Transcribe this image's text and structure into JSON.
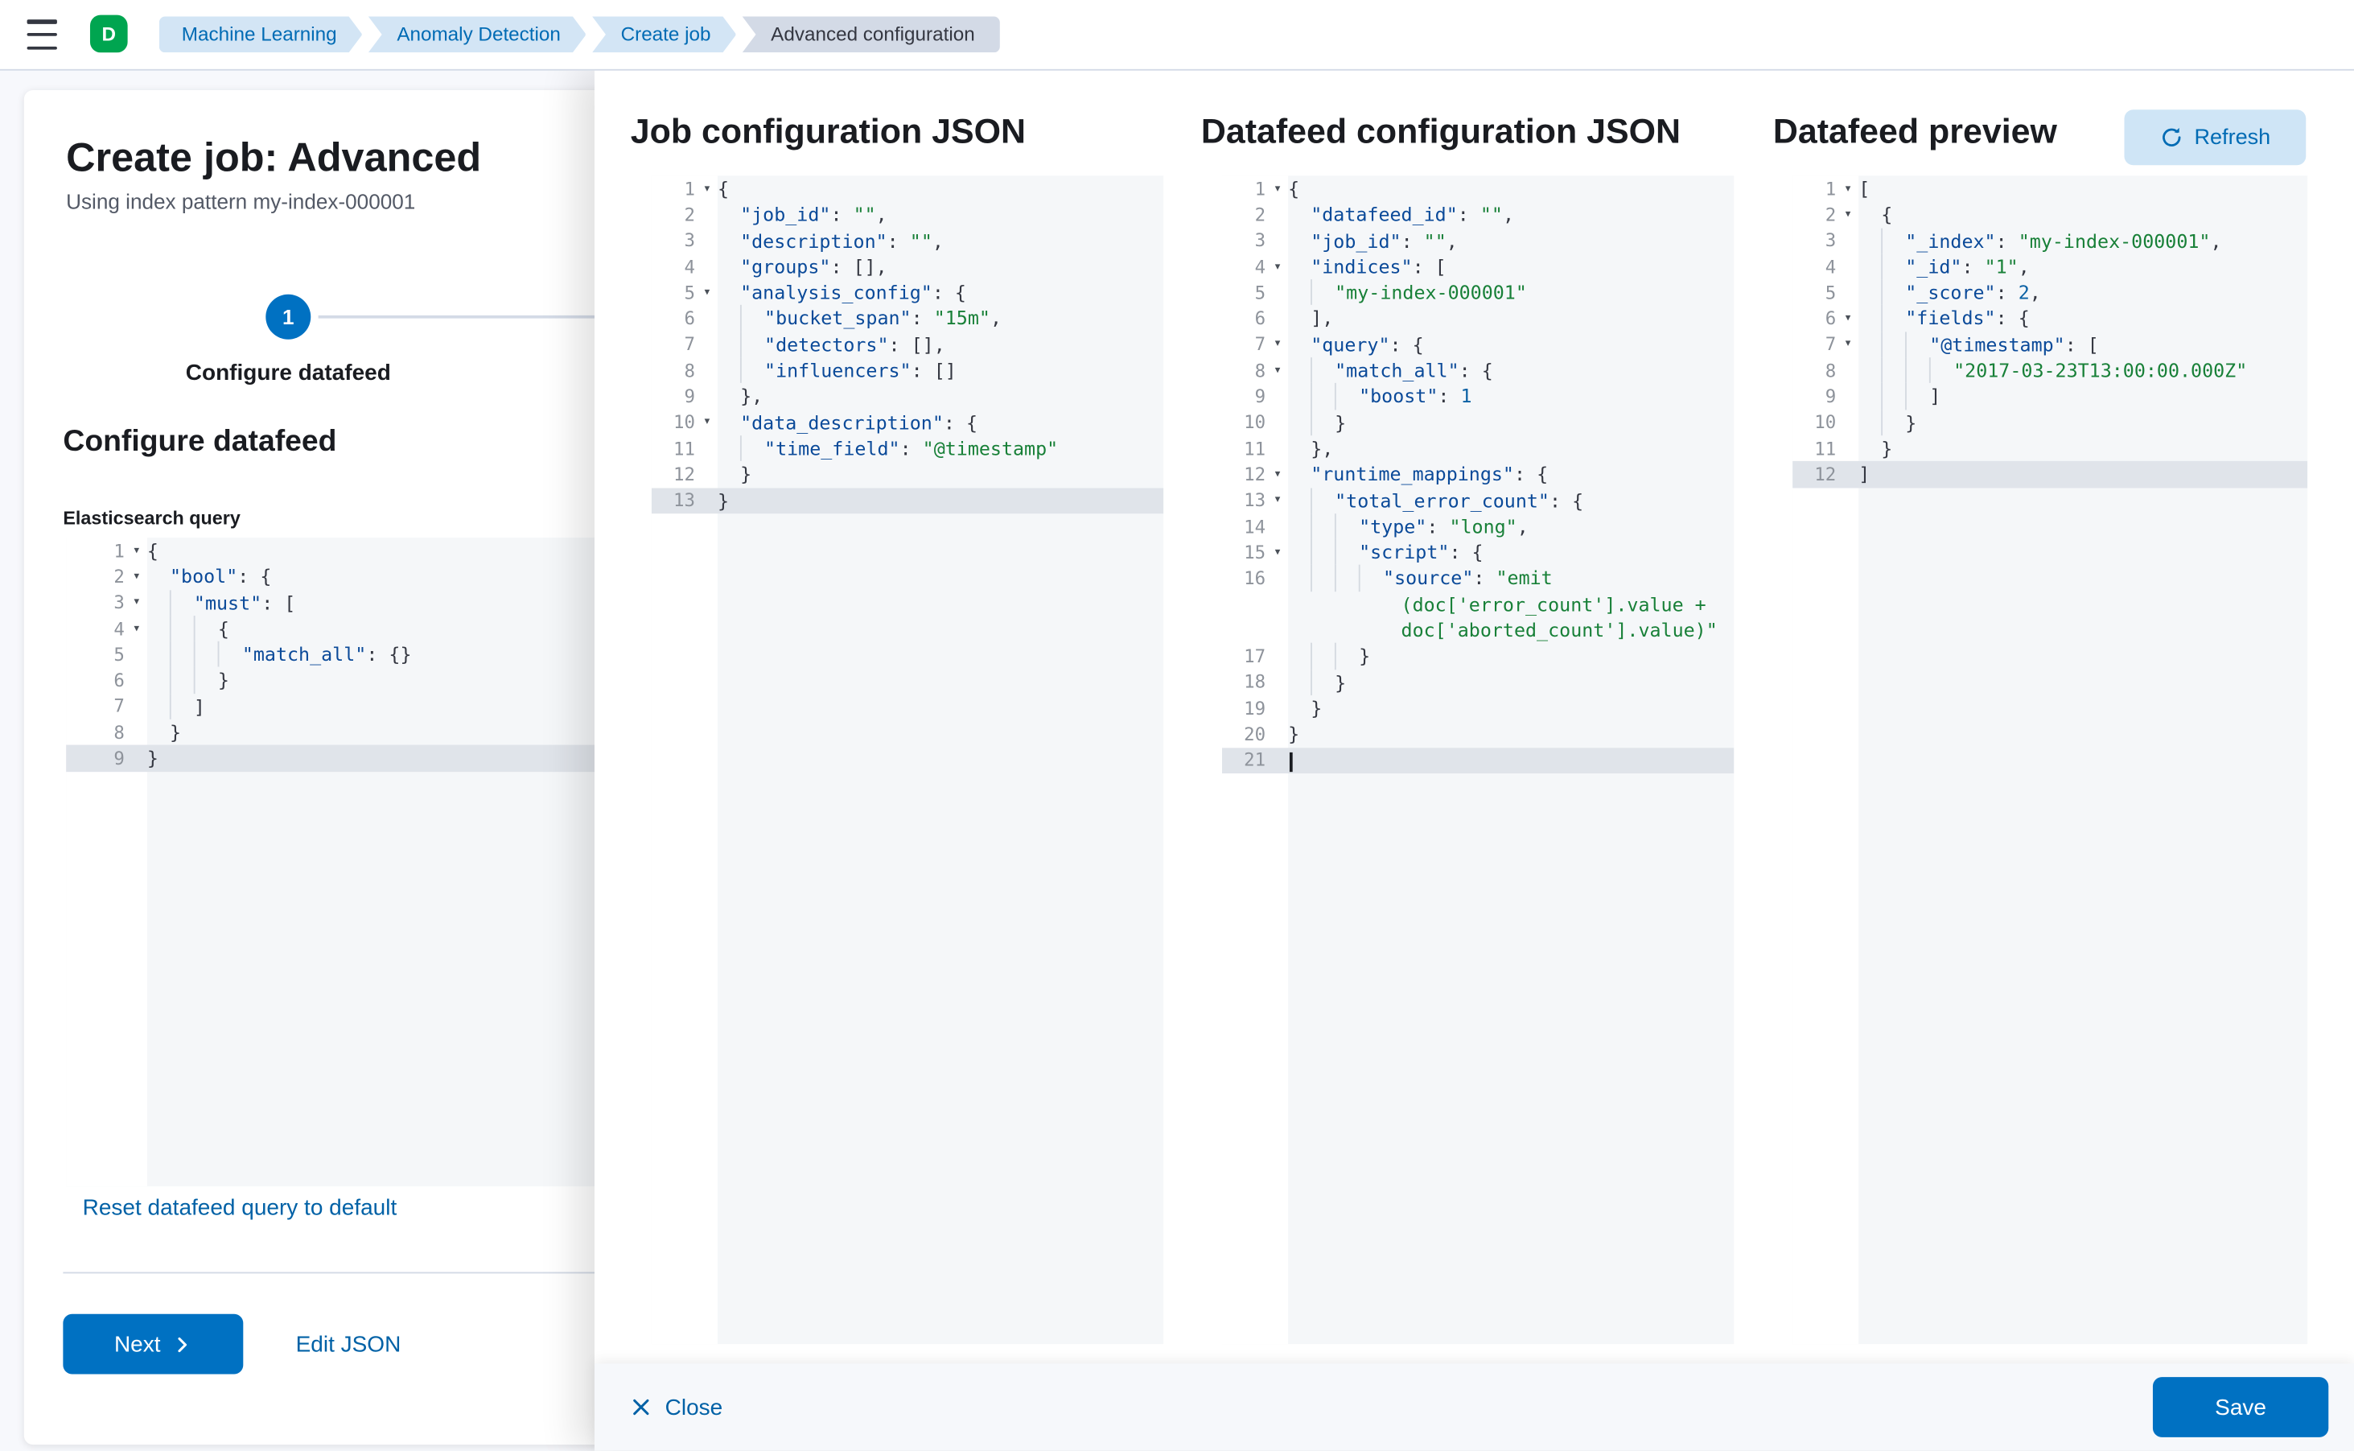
{
  "topbar": {
    "avatar": "D",
    "avatar_color": "#00A550",
    "breadcrumbs": [
      {
        "label": "Machine Learning",
        "current": false
      },
      {
        "label": "Anomaly Detection",
        "current": false
      },
      {
        "label": "Create job",
        "current": false
      },
      {
        "label": "Advanced configuration",
        "current": true
      }
    ]
  },
  "wizard": {
    "title": "Create job: Advanced",
    "subtitle": "Using index pattern my-index-000001",
    "step_number": "1",
    "step_label": "Configure datafeed",
    "section_heading": "Configure datafeed",
    "query_label": "Elasticsearch query",
    "reset_link": "Reset datafeed query to default",
    "next_button": "Next",
    "edit_json_link": "Edit JSON"
  },
  "flyout": {
    "columns": [
      {
        "title": "Job configuration JSON"
      },
      {
        "title": "Datafeed configuration JSON"
      },
      {
        "title": "Datafeed preview",
        "refresh_button": "Refresh"
      }
    ],
    "close_button": "Close",
    "save_button": "Save"
  },
  "colors": {
    "primary_button": "#0071C2",
    "link": "#0061A6",
    "json_key": "#0B4A99",
    "json_string": "#188038",
    "json_number": "#0B61A4"
  },
  "editors": {
    "query": {
      "lines": [
        {
          "n": "1",
          "f": 1,
          "t": [
            [
              "p",
              "{"
            ]
          ]
        },
        {
          "n": "2",
          "f": 1,
          "t": [
            [
              "w",
              "  "
            ],
            [
              "k",
              "\"bool\""
            ],
            [
              "p",
              ": {"
            ]
          ]
        },
        {
          "n": "3",
          "f": 1,
          "t": [
            [
              "w",
              "  "
            ],
            [
              "g"
            ],
            [
              "k",
              "\"must\""
            ],
            [
              "p",
              ": ["
            ]
          ]
        },
        {
          "n": "4",
          "f": 1,
          "t": [
            [
              "w",
              "  "
            ],
            [
              "g"
            ],
            [
              "g"
            ],
            [
              "p",
              "{"
            ]
          ]
        },
        {
          "n": "5",
          "t": [
            [
              "w",
              "  "
            ],
            [
              "g"
            ],
            [
              "g"
            ],
            [
              "g"
            ],
            [
              "k",
              "\"match_all\""
            ],
            [
              "p",
              ": {}"
            ]
          ]
        },
        {
          "n": "6",
          "t": [
            [
              "w",
              "  "
            ],
            [
              "g"
            ],
            [
              "g"
            ],
            [
              "p",
              "}"
            ]
          ]
        },
        {
          "n": "7",
          "t": [
            [
              "w",
              "  "
            ],
            [
              "g"
            ],
            [
              "p",
              "]"
            ]
          ]
        },
        {
          "n": "8",
          "t": [
            [
              "w",
              "  "
            ],
            [
              "p",
              "}"
            ]
          ]
        },
        {
          "n": "9",
          "h": 1,
          "t": [
            [
              "p",
              "}"
            ]
          ]
        }
      ]
    },
    "job": {
      "lines": [
        {
          "n": "1",
          "f": 1,
          "t": [
            [
              "p",
              "{"
            ]
          ]
        },
        {
          "n": "2",
          "t": [
            [
              "w",
              "  "
            ],
            [
              "k",
              "\"job_id\""
            ],
            [
              "p",
              ": "
            ],
            [
              "s",
              "\"\""
            ],
            [
              "p",
              ","
            ]
          ]
        },
        {
          "n": "3",
          "t": [
            [
              "w",
              "  "
            ],
            [
              "k",
              "\"description\""
            ],
            [
              "p",
              ": "
            ],
            [
              "s",
              "\"\""
            ],
            [
              "p",
              ","
            ]
          ]
        },
        {
          "n": "4",
          "t": [
            [
              "w",
              "  "
            ],
            [
              "k",
              "\"groups\""
            ],
            [
              "p",
              ": [],"
            ]
          ]
        },
        {
          "n": "5",
          "f": 1,
          "t": [
            [
              "w",
              "  "
            ],
            [
              "k",
              "\"analysis_config\""
            ],
            [
              "p",
              ": {"
            ]
          ]
        },
        {
          "n": "6",
          "t": [
            [
              "w",
              "  "
            ],
            [
              "g"
            ],
            [
              "k",
              "\"bucket_span\""
            ],
            [
              "p",
              ": "
            ],
            [
              "s",
              "\"15m\""
            ],
            [
              "p",
              ","
            ]
          ]
        },
        {
          "n": "7",
          "t": [
            [
              "w",
              "  "
            ],
            [
              "g"
            ],
            [
              "k",
              "\"detectors\""
            ],
            [
              "p",
              ": [],"
            ]
          ]
        },
        {
          "n": "8",
          "t": [
            [
              "w",
              "  "
            ],
            [
              "g"
            ],
            [
              "k",
              "\"influencers\""
            ],
            [
              "p",
              ": []"
            ]
          ]
        },
        {
          "n": "9",
          "t": [
            [
              "w",
              "  "
            ],
            [
              "p",
              "},"
            ]
          ]
        },
        {
          "n": "10",
          "f": 1,
          "t": [
            [
              "w",
              "  "
            ],
            [
              "k",
              "\"data_description\""
            ],
            [
              "p",
              ": {"
            ]
          ]
        },
        {
          "n": "11",
          "t": [
            [
              "w",
              "  "
            ],
            [
              "g"
            ],
            [
              "k",
              "\"time_field\""
            ],
            [
              "p",
              ": "
            ],
            [
              "s",
              "\"@timestamp\""
            ]
          ]
        },
        {
          "n": "12",
          "t": [
            [
              "w",
              "  "
            ],
            [
              "p",
              "}"
            ]
          ]
        },
        {
          "n": "13",
          "h": 1,
          "t": [
            [
              "p",
              "}"
            ]
          ]
        }
      ]
    },
    "datafeed": {
      "lines": [
        {
          "n": "1",
          "f": 1,
          "t": [
            [
              "p",
              "{"
            ]
          ]
        },
        {
          "n": "2",
          "t": [
            [
              "w",
              "  "
            ],
            [
              "k",
              "\"datafeed_id\""
            ],
            [
              "p",
              ": "
            ],
            [
              "s",
              "\"\""
            ],
            [
              "p",
              ","
            ]
          ]
        },
        {
          "n": "3",
          "t": [
            [
              "w",
              "  "
            ],
            [
              "k",
              "\"job_id\""
            ],
            [
              "p",
              ": "
            ],
            [
              "s",
              "\"\""
            ],
            [
              "p",
              ","
            ]
          ]
        },
        {
          "n": "4",
          "f": 1,
          "t": [
            [
              "w",
              "  "
            ],
            [
              "k",
              "\"indices\""
            ],
            [
              "p",
              ": ["
            ]
          ]
        },
        {
          "n": "5",
          "t": [
            [
              "w",
              "  "
            ],
            [
              "g"
            ],
            [
              "s",
              "\"my-index-000001\""
            ]
          ]
        },
        {
          "n": "6",
          "t": [
            [
              "w",
              "  "
            ],
            [
              "p",
              "],"
            ]
          ]
        },
        {
          "n": "7",
          "f": 1,
          "t": [
            [
              "w",
              "  "
            ],
            [
              "k",
              "\"query\""
            ],
            [
              "p",
              ": {"
            ]
          ]
        },
        {
          "n": "8",
          "f": 1,
          "t": [
            [
              "w",
              "  "
            ],
            [
              "g"
            ],
            [
              "k",
              "\"match_all\""
            ],
            [
              "p",
              ": {"
            ]
          ]
        },
        {
          "n": "9",
          "t": [
            [
              "w",
              "  "
            ],
            [
              "g"
            ],
            [
              "g"
            ],
            [
              "k",
              "\"boost\""
            ],
            [
              "p",
              ": "
            ],
            [
              "d",
              "1"
            ]
          ]
        },
        {
          "n": "10",
          "t": [
            [
              "w",
              "  "
            ],
            [
              "g"
            ],
            [
              "p",
              "}"
            ]
          ]
        },
        {
          "n": "11",
          "t": [
            [
              "w",
              "  "
            ],
            [
              "p",
              "},"
            ]
          ]
        },
        {
          "n": "12",
          "f": 1,
          "t": [
            [
              "w",
              "  "
            ],
            [
              "k",
              "\"runtime_mappings\""
            ],
            [
              "p",
              ": {"
            ]
          ]
        },
        {
          "n": "13",
          "f": 1,
          "t": [
            [
              "w",
              "  "
            ],
            [
              "g"
            ],
            [
              "k",
              "\"total_error_count\""
            ],
            [
              "p",
              ": {"
            ]
          ]
        },
        {
          "n": "14",
          "t": [
            [
              "w",
              "  "
            ],
            [
              "g"
            ],
            [
              "g"
            ],
            [
              "k",
              "\"type\""
            ],
            [
              "p",
              ": "
            ],
            [
              "s",
              "\"long\""
            ],
            [
              "p",
              ","
            ]
          ]
        },
        {
          "n": "15",
          "f": 1,
          "t": [
            [
              "w",
              "  "
            ],
            [
              "g"
            ],
            [
              "g"
            ],
            [
              "k",
              "\"script\""
            ],
            [
              "p",
              ": {"
            ]
          ]
        },
        {
          "n": "16",
          "t": [
            [
              "w",
              "  "
            ],
            [
              "g"
            ],
            [
              "g"
            ],
            [
              "g"
            ],
            [
              "k",
              "\"source\""
            ],
            [
              "p",
              ": "
            ],
            [
              "s",
              "\"emit"
            ]
          ]
        },
        {
          "n": "",
          "t": [
            [
              "w",
              "          "
            ],
            [
              "s",
              "(doc['error_count'].value +"
            ]
          ]
        },
        {
          "n": "",
          "t": [
            [
              "w",
              "          "
            ],
            [
              "s",
              "doc['aborted_count'].value)\""
            ]
          ]
        },
        {
          "n": "17",
          "t": [
            [
              "w",
              "  "
            ],
            [
              "g"
            ],
            [
              "g"
            ],
            [
              "p",
              "}"
            ]
          ]
        },
        {
          "n": "18",
          "t": [
            [
              "w",
              "  "
            ],
            [
              "g"
            ],
            [
              "p",
              "}"
            ]
          ]
        },
        {
          "n": "19",
          "t": [
            [
              "w",
              "  "
            ],
            [
              "p",
              "}"
            ]
          ]
        },
        {
          "n": "20",
          "t": [
            [
              "p",
              "}"
            ]
          ]
        },
        {
          "n": "21",
          "h": 1,
          "cur": 1,
          "t": []
        }
      ]
    },
    "preview": {
      "lines": [
        {
          "n": "1",
          "f": 1,
          "t": [
            [
              "p",
              "["
            ]
          ]
        },
        {
          "n": "2",
          "f": 1,
          "t": [
            [
              "w",
              "  "
            ],
            [
              "p",
              "{"
            ]
          ]
        },
        {
          "n": "3",
          "t": [
            [
              "w",
              "  "
            ],
            [
              "g"
            ],
            [
              "k",
              "\"_index\""
            ],
            [
              "p",
              ": "
            ],
            [
              "s",
              "\"my-index-000001\""
            ],
            [
              "p",
              ","
            ]
          ]
        },
        {
          "n": "4",
          "t": [
            [
              "w",
              "  "
            ],
            [
              "g"
            ],
            [
              "k",
              "\"_id\""
            ],
            [
              "p",
              ": "
            ],
            [
              "s",
              "\"1\""
            ],
            [
              "p",
              ","
            ]
          ]
        },
        {
          "n": "5",
          "t": [
            [
              "w",
              "  "
            ],
            [
              "g"
            ],
            [
              "k",
              "\"_score\""
            ],
            [
              "p",
              ": "
            ],
            [
              "d",
              "2"
            ],
            [
              "p",
              ","
            ]
          ]
        },
        {
          "n": "6",
          "f": 1,
          "t": [
            [
              "w",
              "  "
            ],
            [
              "g"
            ],
            [
              "k",
              "\"fields\""
            ],
            [
              "p",
              ": {"
            ]
          ]
        },
        {
          "n": "7",
          "f": 1,
          "t": [
            [
              "w",
              "  "
            ],
            [
              "g"
            ],
            [
              "g"
            ],
            [
              "k",
              "\"@timestamp\""
            ],
            [
              "p",
              ": ["
            ]
          ]
        },
        {
          "n": "8",
          "t": [
            [
              "w",
              "  "
            ],
            [
              "g"
            ],
            [
              "g"
            ],
            [
              "g"
            ],
            [
              "s",
              "\"2017-03-23T13:00:00.000Z\""
            ]
          ]
        },
        {
          "n": "9",
          "t": [
            [
              "w",
              "  "
            ],
            [
              "g"
            ],
            [
              "g"
            ],
            [
              "p",
              "]"
            ]
          ]
        },
        {
          "n": "10",
          "t": [
            [
              "w",
              "  "
            ],
            [
              "g"
            ],
            [
              "p",
              "}"
            ]
          ]
        },
        {
          "n": "11",
          "t": [
            [
              "w",
              "  "
            ],
            [
              "p",
              "}"
            ]
          ]
        },
        {
          "n": "12",
          "h": 1,
          "t": [
            [
              "p",
              "]"
            ]
          ]
        }
      ]
    }
  }
}
